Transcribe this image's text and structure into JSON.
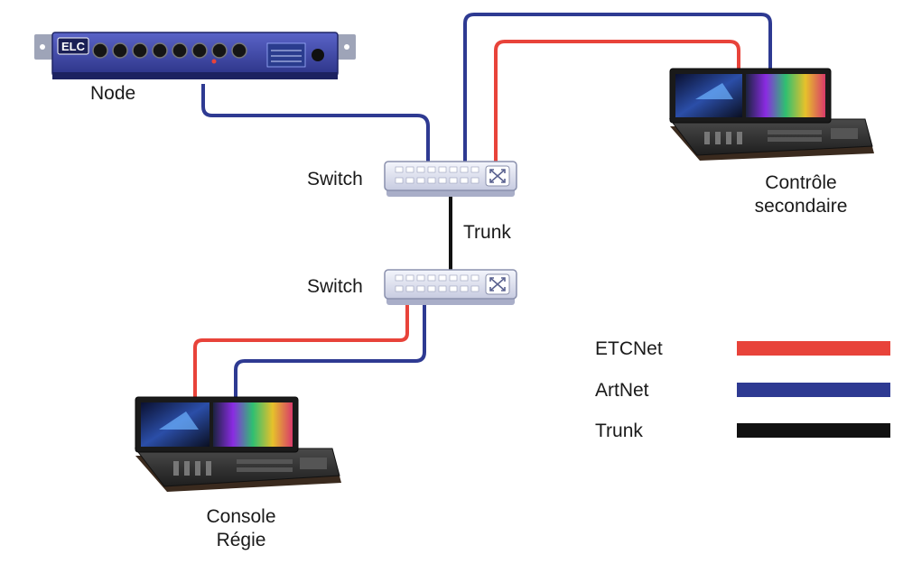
{
  "node": {
    "label": "Node",
    "brand": "ELC"
  },
  "switch_top": {
    "label": "Switch"
  },
  "switch_bottom": {
    "label": "Switch"
  },
  "trunk_link": {
    "label": "Trunk"
  },
  "console_secondary": {
    "line1": "Contrôle",
    "line2": "secondaire"
  },
  "console_main": {
    "line1": "Console",
    "line2": "Régie"
  },
  "legend": [
    {
      "label": "ETCNet",
      "color": "#e8433a"
    },
    {
      "label": "ArtNet",
      "color": "#2e3a92"
    },
    {
      "label": "Trunk",
      "color": "#111111"
    }
  ],
  "colors": {
    "etcnet": "#e8433a",
    "artnet": "#2e3a92",
    "trunk": "#111111"
  }
}
